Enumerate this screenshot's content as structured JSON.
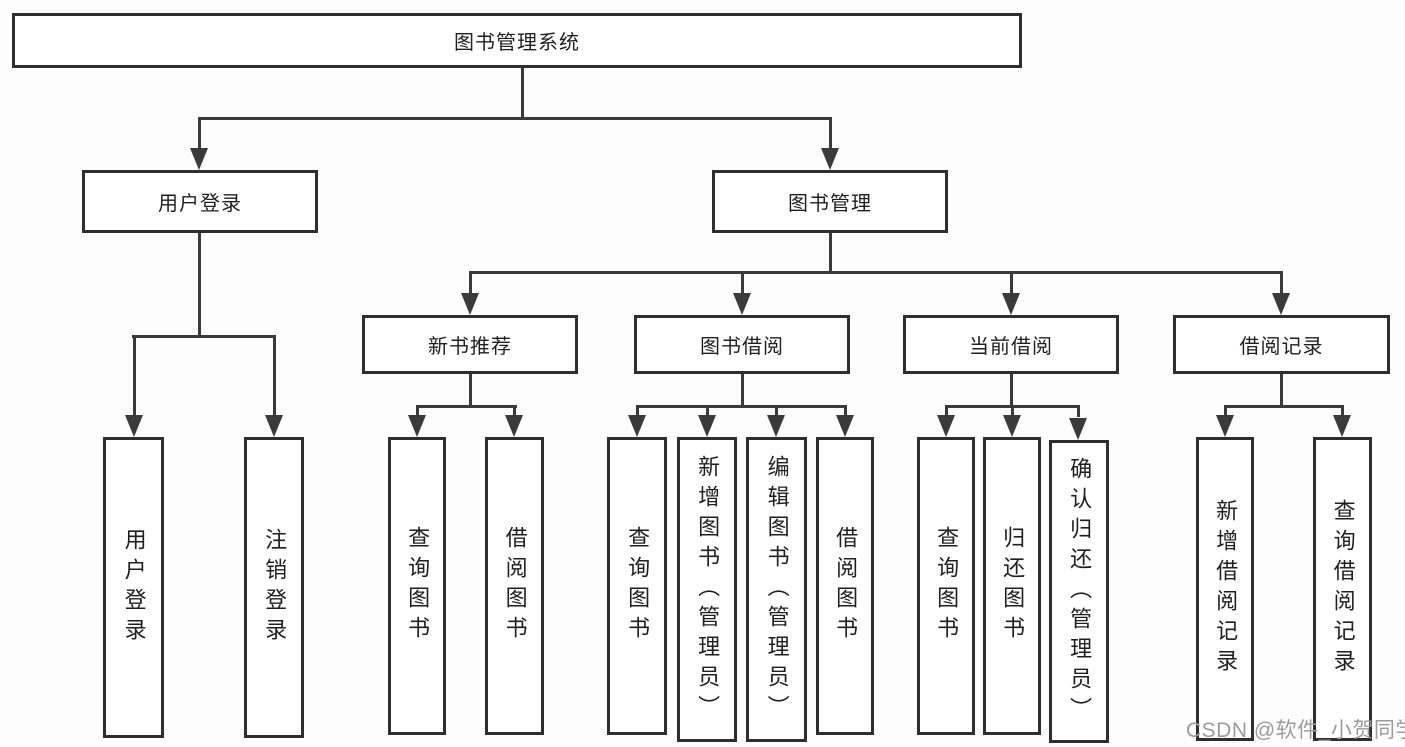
{
  "colors": {
    "line": "#3a3a3a",
    "border": "#2e2e2e",
    "text": "#1f1f1f",
    "box-bg": "#ffffff",
    "page-bg": "#fdfdfd",
    "watermark": "#9c9c9c"
  },
  "tree": {
    "label": "图书管理系统",
    "children": [
      {
        "label": "用户登录",
        "children": [
          {
            "label": "用户登录"
          },
          {
            "label": "注销登录"
          }
        ]
      },
      {
        "label": "图书管理",
        "children": [
          {
            "label": "新书推荐",
            "children": [
              {
                "label": "查询图书"
              },
              {
                "label": "借阅图书"
              }
            ]
          },
          {
            "label": "图书借阅",
            "children": [
              {
                "label": "查询图书"
              },
              {
                "label": "新增图书（管理员）"
              },
              {
                "label": "编辑图书（管理员）"
              },
              {
                "label": "借阅图书"
              }
            ]
          },
          {
            "label": "当前借阅",
            "children": [
              {
                "label": "查询图书"
              },
              {
                "label": "归还图书"
              },
              {
                "label": "确认归还（管理员）"
              }
            ]
          },
          {
            "label": "借阅记录",
            "children": [
              {
                "label": "新增借阅记录"
              },
              {
                "label": "查询借阅记录"
              }
            ]
          }
        ]
      }
    ]
  },
  "watermark": {
    "text": "CSDN @软件_小贺同学"
  }
}
